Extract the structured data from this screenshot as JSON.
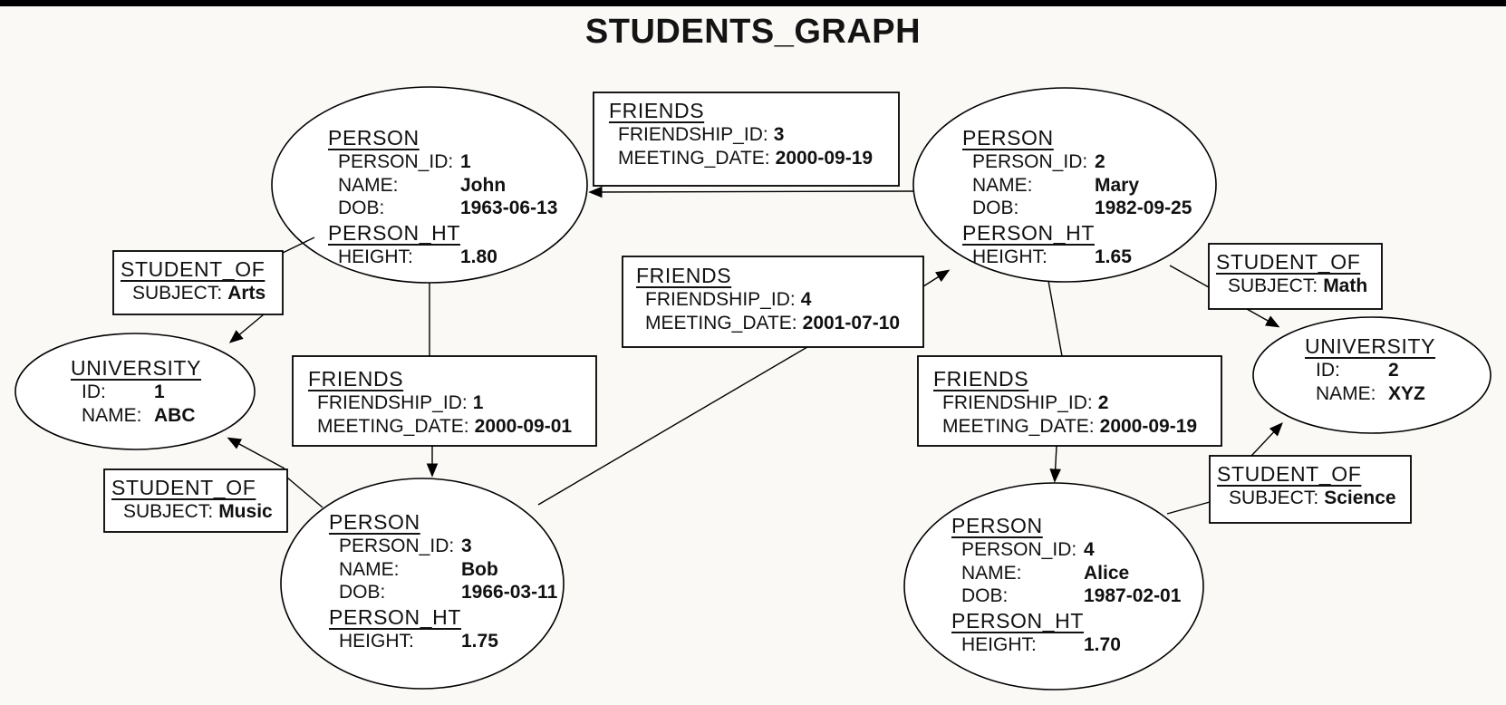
{
  "title": "STUDENTS_GRAPH",
  "colors": {
    "background": "#faf9f6",
    "node_fill": "#ffffff",
    "stroke": "#000000",
    "top_bar": "#000000"
  },
  "nodes": {
    "person_john": {
      "heading": "PERSON",
      "rows": [
        {
          "label": "PERSON_ID:",
          "value": "1"
        },
        {
          "label": "NAME:",
          "value": "John"
        },
        {
          "label": "DOB:",
          "value": "1963-06-13"
        }
      ],
      "ht_heading": "PERSON_HT",
      "ht_rows": [
        {
          "label": "HEIGHT:",
          "value": "1.80"
        }
      ]
    },
    "person_mary": {
      "heading": "PERSON",
      "rows": [
        {
          "label": "PERSON_ID:",
          "value": "2"
        },
        {
          "label": "NAME:",
          "value": "Mary"
        },
        {
          "label": "DOB:",
          "value": "1982-09-25"
        }
      ],
      "ht_heading": "PERSON_HT",
      "ht_rows": [
        {
          "label": "HEIGHT:",
          "value": "1.65"
        }
      ]
    },
    "person_bob": {
      "heading": "PERSON",
      "rows": [
        {
          "label": "PERSON_ID:",
          "value": "3"
        },
        {
          "label": "NAME:",
          "value": "Bob"
        },
        {
          "label": "DOB:",
          "value": "1966-03-11"
        }
      ],
      "ht_heading": "PERSON_HT",
      "ht_rows": [
        {
          "label": "HEIGHT:",
          "value": "1.75"
        }
      ]
    },
    "person_alice": {
      "heading": "PERSON",
      "rows": [
        {
          "label": "PERSON_ID:",
          "value": "4"
        },
        {
          "label": "NAME:",
          "value": "Alice"
        },
        {
          "label": "DOB:",
          "value": "1987-02-01"
        }
      ],
      "ht_heading": "PERSON_HT",
      "ht_rows": [
        {
          "label": "HEIGHT:",
          "value": "1.70"
        }
      ]
    },
    "university_1": {
      "heading": "UNIVERSITY",
      "rows": [
        {
          "label": "ID:",
          "value": "1"
        },
        {
          "label": "NAME:",
          "value": "ABC"
        }
      ]
    },
    "university_2": {
      "heading": "UNIVERSITY",
      "rows": [
        {
          "label": "ID:",
          "value": "2"
        },
        {
          "label": "NAME:",
          "value": "XYZ"
        }
      ]
    }
  },
  "relationships": {
    "friends_1": {
      "heading": "FRIENDS",
      "rows": [
        {
          "label": "FRIENDSHIP_ID:",
          "value": "1"
        },
        {
          "label": "MEETING_DATE:",
          "value": "2000-09-01"
        }
      ]
    },
    "friends_2": {
      "heading": "FRIENDS",
      "rows": [
        {
          "label": "FRIENDSHIP_ID:",
          "value": "2"
        },
        {
          "label": "MEETING_DATE:",
          "value": "2000-09-19"
        }
      ]
    },
    "friends_3": {
      "heading": "FRIENDS",
      "rows": [
        {
          "label": "FRIENDSHIP_ID:",
          "value": "3"
        },
        {
          "label": "MEETING_DATE:",
          "value": "2000-09-19"
        }
      ]
    },
    "friends_4": {
      "heading": "FRIENDS",
      "rows": [
        {
          "label": "FRIENDSHIP_ID:",
          "value": "4"
        },
        {
          "label": "MEETING_DATE:",
          "value": "2001-07-10"
        }
      ]
    },
    "student_of_arts": {
      "heading": "STUDENT_OF",
      "rows": [
        {
          "label": "SUBJECT:",
          "value": "Arts"
        }
      ]
    },
    "student_of_math": {
      "heading": "STUDENT_OF",
      "rows": [
        {
          "label": "SUBJECT:",
          "value": "Math"
        }
      ]
    },
    "student_of_music": {
      "heading": "STUDENT_OF",
      "rows": [
        {
          "label": "SUBJECT:",
          "value": "Music"
        }
      ]
    },
    "student_of_science": {
      "heading": "STUDENT_OF",
      "rows": [
        {
          "label": "SUBJECT:",
          "value": "Science"
        }
      ]
    }
  },
  "edges": [
    {
      "source": "person_mary",
      "relationship": "friends_3",
      "target": "person_john"
    },
    {
      "source": "person_john",
      "relationship": "friends_1",
      "target": "person_bob"
    },
    {
      "source": "person_bob",
      "relationship": "friends_4",
      "target": "person_mary"
    },
    {
      "source": "person_mary",
      "relationship": "friends_2",
      "target": "person_alice"
    },
    {
      "source": "person_john",
      "relationship": "student_of_arts",
      "target": "university_1"
    },
    {
      "source": "person_bob",
      "relationship": "student_of_music",
      "target": "university_1"
    },
    {
      "source": "person_mary",
      "relationship": "student_of_math",
      "target": "university_2"
    },
    {
      "source": "person_alice",
      "relationship": "student_of_science",
      "target": "university_2"
    }
  ]
}
